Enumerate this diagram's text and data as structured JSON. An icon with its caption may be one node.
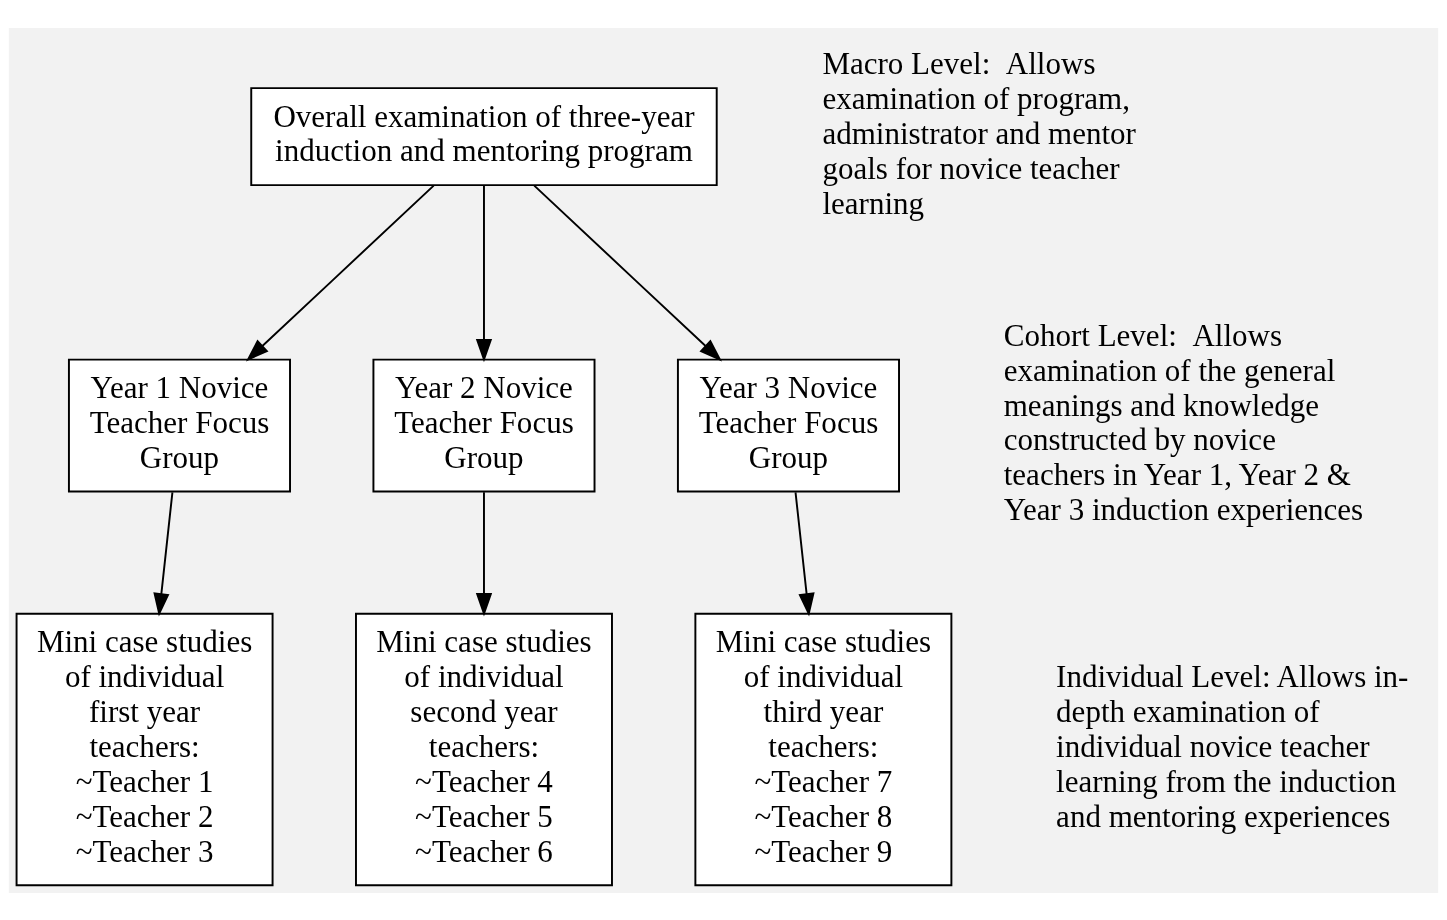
{
  "diagram": {
    "nodes": [
      {
        "text": [
          "Overall examination of three-year induction and mentoring program"
        ]
      },
      {
        "text": [
          "Year 1 Novice Teacher Focus Group"
        ]
      },
      {
        "text": [
          "Year 2 Novice Teacher Focus Group"
        ]
      },
      {
        "text": [
          "Year 3 Novice Teacher Focus Group"
        ]
      },
      {
        "text": [
          "Mini case studies of individual first year teachers:",
          "~Teacher 1",
          "~Teacher 2",
          "~Teacher 3"
        ]
      },
      {
        "text": [
          "Mini case studies of individual second year teachers:",
          "~Teacher 4",
          "~Teacher 5",
          "~Teacher 6"
        ]
      },
      {
        "text": [
          "Mini case studies of individual third year teachers:",
          "~Teacher 7",
          "~Teacher 8",
          "~Teacher 9"
        ]
      }
    ],
    "edges": [
      {
        "from": 0,
        "to": 1,
        "arrow": "to"
      },
      {
        "from": 0,
        "to": 2,
        "arrow": "to"
      },
      {
        "from": 0,
        "to": 3,
        "arrow": "to"
      },
      {
        "from": 1,
        "to": 4,
        "arrow": "to"
      },
      {
        "from": 2,
        "to": 5,
        "arrow": "to"
      },
      {
        "from": 3,
        "to": 6,
        "arrow": "to"
      }
    ],
    "labels": [
      "Macro Level:  Allows examination of program, administrator and mentor goals for novice teacher learning",
      "Cohort Level:  Allows examination of the general meanings and knowledge constructed by novice teachers in Year 1, Year 2 & Year 3 induction experiences",
      "Individual Level: Allows in-depth examination of individual novice teacher learning from the induction and mentoring experiences"
    ]
  }
}
